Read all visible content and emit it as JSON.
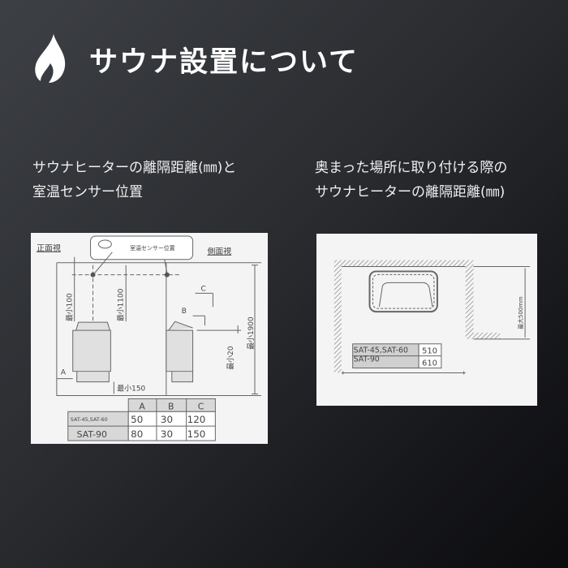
{
  "header": {
    "title": "サウナ設置について",
    "icon": "flame-icon"
  },
  "left": {
    "caption_line1": "サウナヒーターの離隔距離(㎜)と",
    "caption_line2": "室温センサー位置",
    "diagram": {
      "front_view": "正面視",
      "side_view": "側面視",
      "sensor_label": "室温センサー位置",
      "dim_top": "最小100",
      "dim_sensor": "最小1100",
      "dim_height": "最小1900",
      "dim_20": "最小20",
      "dim_floor": "最小150",
      "label_a": "A",
      "label_b": "B",
      "label_c": "C",
      "table": {
        "headers": [
          "A",
          "B",
          "C"
        ],
        "rows": [
          {
            "model": "SAT-45,SAT-60",
            "values": [
              "50",
              "30",
              "120"
            ]
          },
          {
            "model": "SAT-90",
            "values": [
              "80",
              "30",
              "150"
            ]
          }
        ]
      }
    }
  },
  "right": {
    "caption_line1": "奥まった場所に取り付ける際の",
    "caption_line2": "サウナヒーターの離隔距離(㎜)",
    "diagram": {
      "dim_depth": "最大500mm",
      "table": {
        "rows": [
          {
            "model": "SAT-45,SAT-60",
            "value": "510"
          },
          {
            "model": "SAT-90",
            "value": "610"
          }
        ]
      }
    }
  }
}
